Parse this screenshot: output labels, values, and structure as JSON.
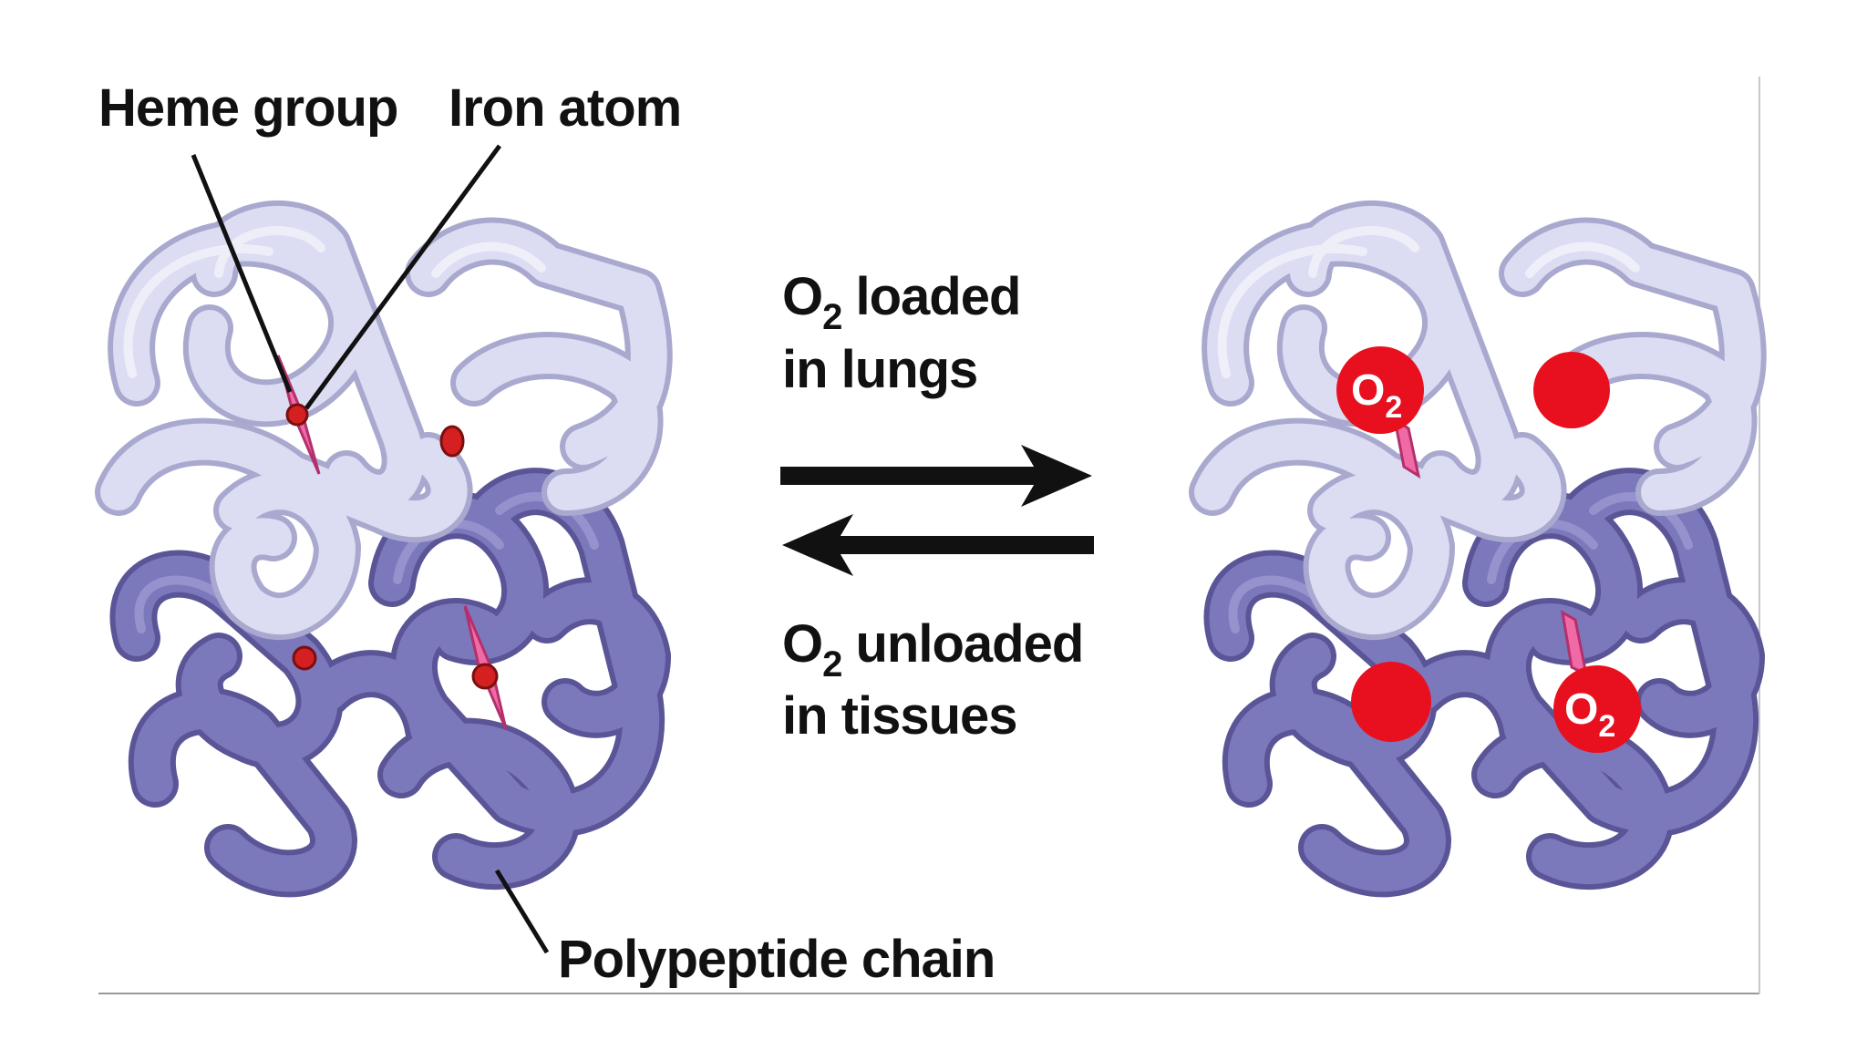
{
  "labels": {
    "heme_group": "Heme group",
    "iron_atom": "Iron atom",
    "polypeptide_chain": "Polypeptide chain"
  },
  "arrows": {
    "loaded": {
      "o": "O",
      "sub": "2",
      "line1_rest": " loaded",
      "line2": "in lungs"
    },
    "unloaded": {
      "o": "O",
      "sub": "2",
      "line1_rest": " unloaded",
      "line2": "in tissues"
    }
  },
  "oxygen_badge": {
    "o": "O",
    "sub": "2"
  },
  "colors": {
    "light_chain": "#dcdcf2",
    "light_chain_shadow": "#a9a9cf",
    "dark_chain": "#7c78bc",
    "dark_chain_shadow": "#5a5596",
    "heme": "#f06aa6",
    "iron": "#d42020",
    "oxygen": "#e8101e",
    "text": "#111111"
  }
}
